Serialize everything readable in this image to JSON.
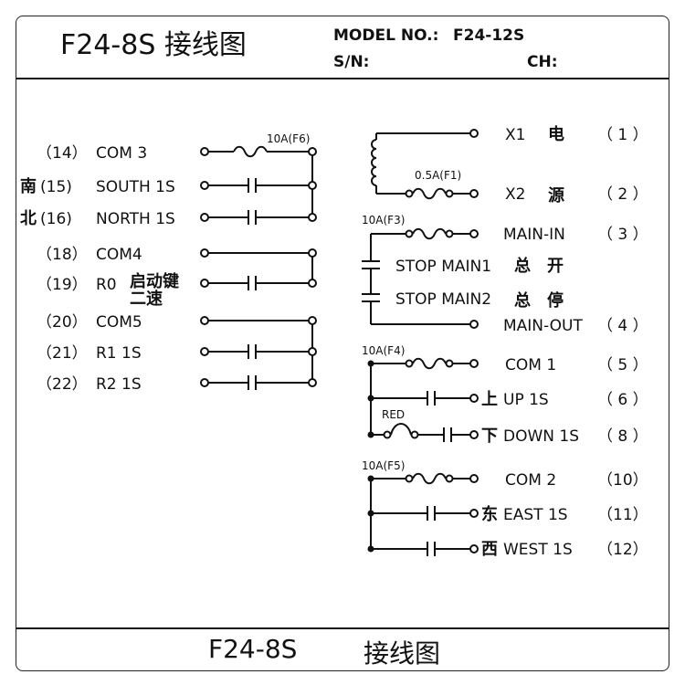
{
  "header": {
    "title": "F24-8S 接线图",
    "model_label": "MODEL NO.:",
    "model_value": "F24-12S",
    "sn_label": "S/N:",
    "ch_label": "CH:"
  },
  "footer": {
    "model": "F24-8S",
    "text": "接线图"
  },
  "left": {
    "terminals": [
      {
        "num": "（14）",
        "name": "COM 3"
      },
      {
        "num": "(15)",
        "name": "SOUTH 1S",
        "cn": "南"
      },
      {
        "num": "(16)",
        "name": "NORTH 1S",
        "cn": "北"
      },
      {
        "num": "（18）",
        "name": "COM4"
      },
      {
        "num": "（19）",
        "name": "R0"
      },
      {
        "num": "（20）",
        "name": "COM5"
      },
      {
        "num": "（21）",
        "name": "R1 1S"
      },
      {
        "num": "（22）",
        "name": "R2 1S"
      }
    ],
    "r0_note_1": "启动键",
    "r0_note_2": "二速",
    "fuse_f6": "10A(F6)"
  },
  "right": {
    "rows": [
      {
        "name": "X1",
        "cn": "电",
        "num": "（ 1 ）"
      },
      {
        "name": "X2",
        "cn": "源",
        "num": "（ 2 ）"
      },
      {
        "name": "MAIN-IN",
        "num": "（ 3 ）"
      },
      {
        "name": "MAIN-OUT",
        "num": "（ 4 ）"
      },
      {
        "name": "COM 1",
        "num": "（ 5 ）"
      },
      {
        "name": "UP 1S",
        "cn": "上",
        "num": "（ 6 ）"
      },
      {
        "name": "DOWN 1S",
        "cn": "下",
        "num": "（ 8 ）"
      },
      {
        "name": "COM 2",
        "num": "（10）"
      },
      {
        "name": "EAST 1S",
        "cn": "东",
        "num": "（11）"
      },
      {
        "name": "WEST 1S",
        "cn": "西",
        "num": "（12）"
      }
    ],
    "stop_main1": "STOP MAIN1",
    "stop_main1_cn": "总　开",
    "stop_main2": "STOP MAIN2",
    "stop_main2_cn": "总　停",
    "fuse_f1": "0.5A(F1)",
    "fuse_f3": "10A(F3)",
    "fuse_f4": "10A(F4)",
    "fuse_f5": "10A(F5)",
    "red_label": "RED"
  }
}
